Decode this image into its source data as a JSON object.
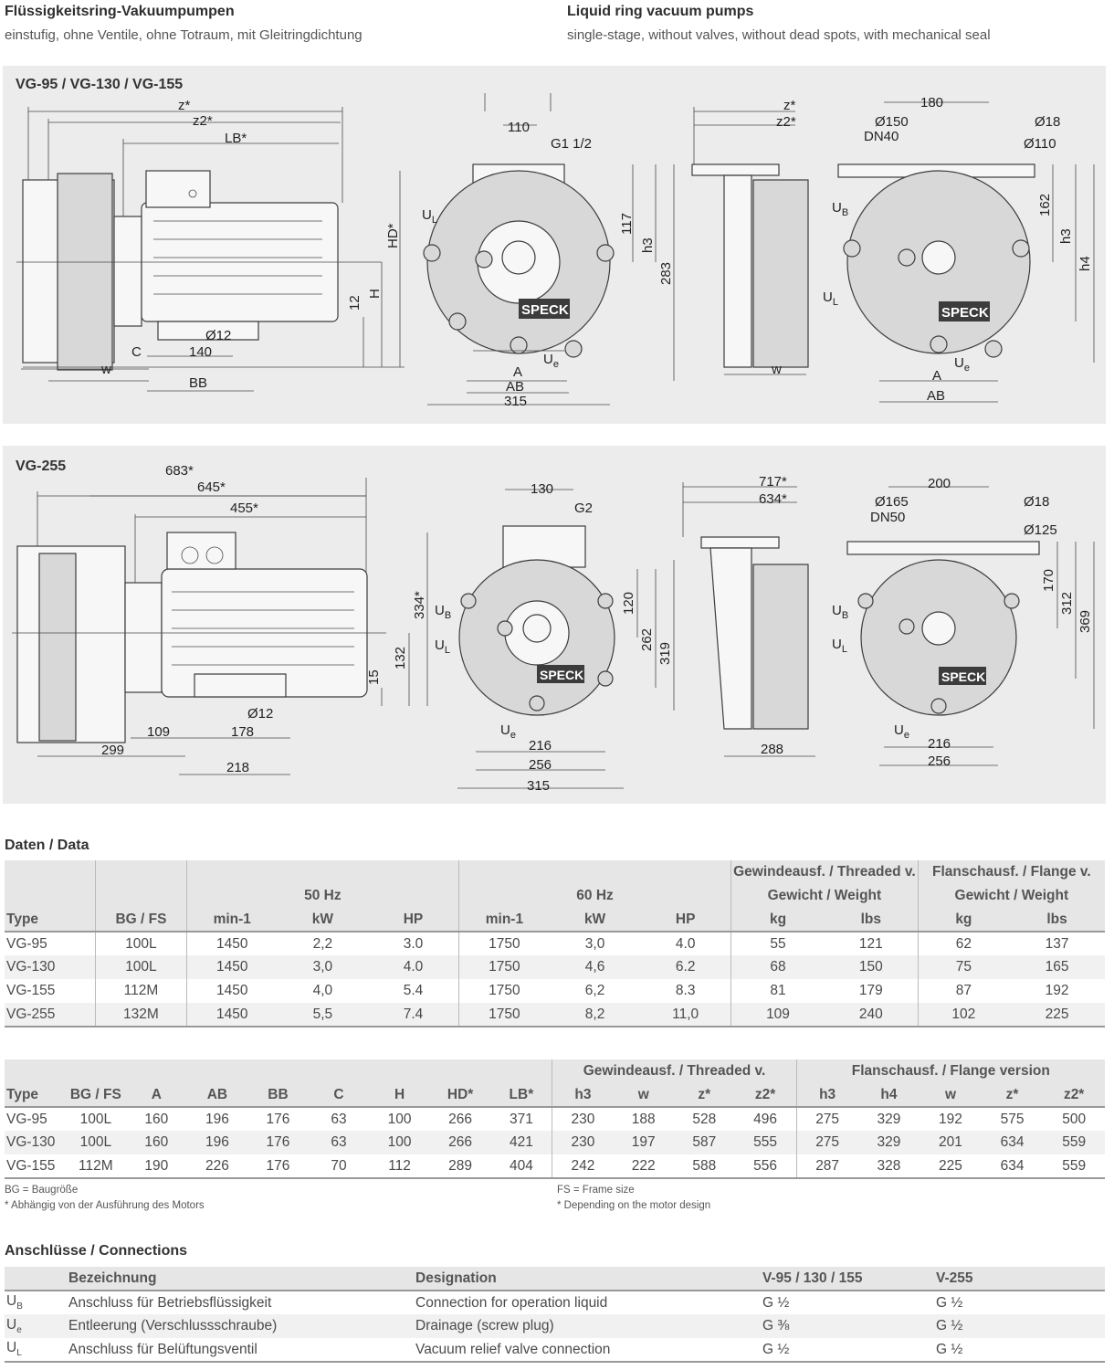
{
  "header": {
    "de_title": "Flüssigkeitsring-Vakuumpumpen",
    "de_subtitle": "einstufig, ohne Ventile, ohne Totraum, mit Gleitringdichtung",
    "en_title": "Liquid ring vacuum pumps",
    "en_subtitle": "single-stage, without valves, without dead spots, with mechanical seal"
  },
  "drawing1": {
    "title": "VG-95 / VG-130 / VG-155",
    "labels": {
      "z": "z*",
      "z2": "z2*",
      "lb": "LB*",
      "hd": "HD*",
      "h": "H",
      "d12": "12",
      "dia12": "Ø12",
      "c": "C",
      "d140": "140",
      "w": "w",
      "bb": "BB",
      "d110": "110",
      "g": "G1 1/2",
      "ul": "U",
      "ul_sub": "L",
      "d117": "117",
      "h3": "h3",
      "d283": "283",
      "a": "A",
      "ab": "AB",
      "d315": "315",
      "ue": "U",
      "ue_sub": "e",
      "speck": "SPECK",
      "z_b": "z*",
      "z2_b": "z2*",
      "w_b": "w",
      "d180": "180",
      "dia150": "Ø150",
      "dn": "DN40",
      "dia18": "Ø18",
      "dia110": "Ø110",
      "ub": "U",
      "ub_sub": "B",
      "d162": "162",
      "h3_b": "h3",
      "h4": "h4",
      "a_b": "A",
      "ab_b": "AB"
    }
  },
  "drawing2": {
    "title": "VG-255",
    "labels": {
      "d683": "683*",
      "d645": "645*",
      "d455": "455*",
      "d334": "334*",
      "d132": "132",
      "d15": "15",
      "dia12": "Ø12",
      "d109": "109",
      "d178": "178",
      "d299": "299",
      "d218": "218",
      "d130": "130",
      "g": "G2",
      "ub": "U",
      "ub_sub": "B",
      "ul": "U",
      "ul_sub": "L",
      "d120": "120",
      "d262": "262",
      "d319": "319",
      "speck": "SPECK",
      "ue": "U",
      "ue_sub": "e",
      "d216": "216",
      "d256": "256",
      "d315": "315",
      "d717": "717*",
      "d634": "634*",
      "d288": "288",
      "d200": "200",
      "dia165": "Ø165",
      "dn": "DN50",
      "dia18": "Ø18",
      "dia125": "Ø125",
      "d170": "170",
      "d312": "312",
      "d369": "369",
      "d216_b": "216",
      "d256_b": "256"
    }
  },
  "data_section": {
    "title": "Daten / Data",
    "group_threaded": "Gewindeausf. / Threaded v.",
    "group_flange": "Flanschausf. / Flange v.",
    "hz50": "50 Hz",
    "hz60": "60 Hz",
    "weight": "Gewicht / Weight",
    "headers": [
      "Type",
      "BG / FS",
      "min-1",
      "kW",
      "HP",
      "min-1",
      "kW",
      "HP",
      "kg",
      "lbs",
      "kg",
      "lbs"
    ],
    "rows": [
      [
        "VG-95",
        "100L",
        "1450",
        "2,2",
        "3.0",
        "1750",
        "3,0",
        "4.0",
        "55",
        "121",
        "62",
        "137"
      ],
      [
        "VG-130",
        "100L",
        "1450",
        "3,0",
        "4.0",
        "1750",
        "4,6",
        "6.2",
        "68",
        "150",
        "75",
        "165"
      ],
      [
        "VG-155",
        "112M",
        "1450",
        "4,0",
        "5.4",
        "1750",
        "6,2",
        "8.3",
        "81",
        "179",
        "87",
        "192"
      ],
      [
        "VG-255",
        "132M",
        "1450",
        "5,5",
        "7.4",
        "1750",
        "8,2",
        "11,0",
        "109",
        "240",
        "102",
        "225"
      ]
    ]
  },
  "dimension_table": {
    "group_threaded": "Gewindeausf. / Threaded v.",
    "group_flange": "Flanschausf. / Flange version",
    "headers": [
      "Type",
      "BG / FS",
      "A",
      "AB",
      "BB",
      "C",
      "H",
      "HD*",
      "LB*",
      "h3",
      "w",
      "z*",
      "z2*",
      "h3",
      "h4",
      "w",
      "z*",
      "z2*"
    ],
    "rows": [
      [
        "VG-95",
        "100L",
        "160",
        "196",
        "176",
        "63",
        "100",
        "266",
        "371",
        "230",
        "188",
        "528",
        "496",
        "275",
        "329",
        "192",
        "575",
        "500"
      ],
      [
        "VG-130",
        "100L",
        "160",
        "196",
        "176",
        "63",
        "100",
        "266",
        "421",
        "230",
        "197",
        "587",
        "555",
        "275",
        "329",
        "201",
        "634",
        "559"
      ],
      [
        "VG-155",
        "112M",
        "190",
        "226",
        "176",
        "70",
        "112",
        "289",
        "404",
        "242",
        "222",
        "588",
        "556",
        "287",
        "328",
        "225",
        "634",
        "559"
      ]
    ],
    "footnotes_de": [
      "BG = Baugröße",
      "* Abhängig von der Ausführung des Motors"
    ],
    "footnotes_en": [
      "FS = Frame size",
      "* Depending on the motor design"
    ]
  },
  "connections": {
    "title": "Anschlüsse / Connections",
    "headers": [
      "",
      "Bezeichnung",
      "Designation",
      "V-95 / 130 / 155",
      "V-255"
    ],
    "rows": [
      {
        "sym": "U",
        "sub": "B",
        "de": "Anschluss für Betriebsflüssigkeit",
        "en": "Connection for operation liquid",
        "v1": "G ½",
        "v2": "G ½"
      },
      {
        "sym": "U",
        "sub": "e",
        "de": "Entleerung (Verschlussschraube)",
        "en": "Drainage (screw plug)",
        "v1": "G ⅜",
        "v2": "G ½"
      },
      {
        "sym": "U",
        "sub": "L",
        "de": "Anschluss für Belüftungsventil",
        "en": "Vacuum relief valve connection",
        "v1": "G ½",
        "v2": "G ½"
      }
    ]
  }
}
